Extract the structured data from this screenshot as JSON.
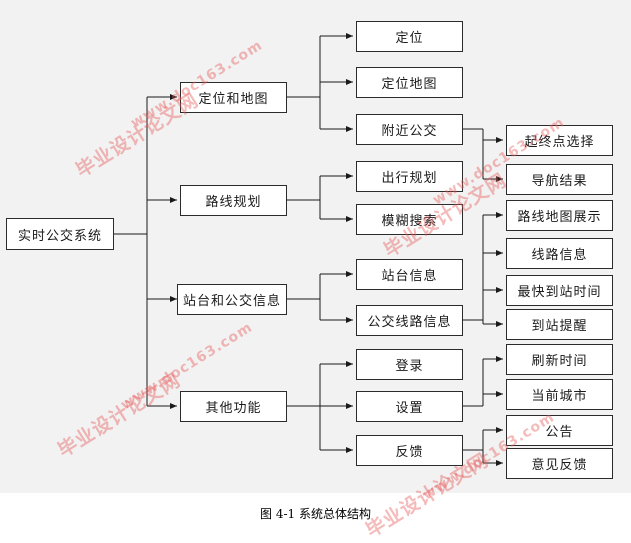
{
  "nodes": {
    "root": "实时公交系统",
    "n1": "定位和地图",
    "n2": "路线规划",
    "n3": "站台和公交信息",
    "n4": "其他功能",
    "n1_1": "定位",
    "n1_2": "定位地图",
    "n1_3": "附近公交",
    "n1_3_1": "起终点选择",
    "n1_3_2": "导航结果",
    "n2_1": "出行规划",
    "n2_2": "模糊搜索",
    "n3_1": "站台信息",
    "n3_2": "公交线路信息",
    "n3_2_1": "路线地图展示",
    "n3_2_2": "线路信息",
    "n3_2_3": "最快到站时间",
    "n3_2_4": "到站提醒",
    "n4_1": "登录",
    "n4_2": "设置",
    "n4_3": "反馈",
    "n4_2_1": "刷新时间",
    "n4_2_2": "当前城市",
    "n4_3_1": "公告",
    "n4_3_2": "意见反馈"
  },
  "watermark": {
    "line1": "毕业设计论文网",
    "line2": "www.doc163.com"
  },
  "caption": "图 4-1  系统总体结构"
}
